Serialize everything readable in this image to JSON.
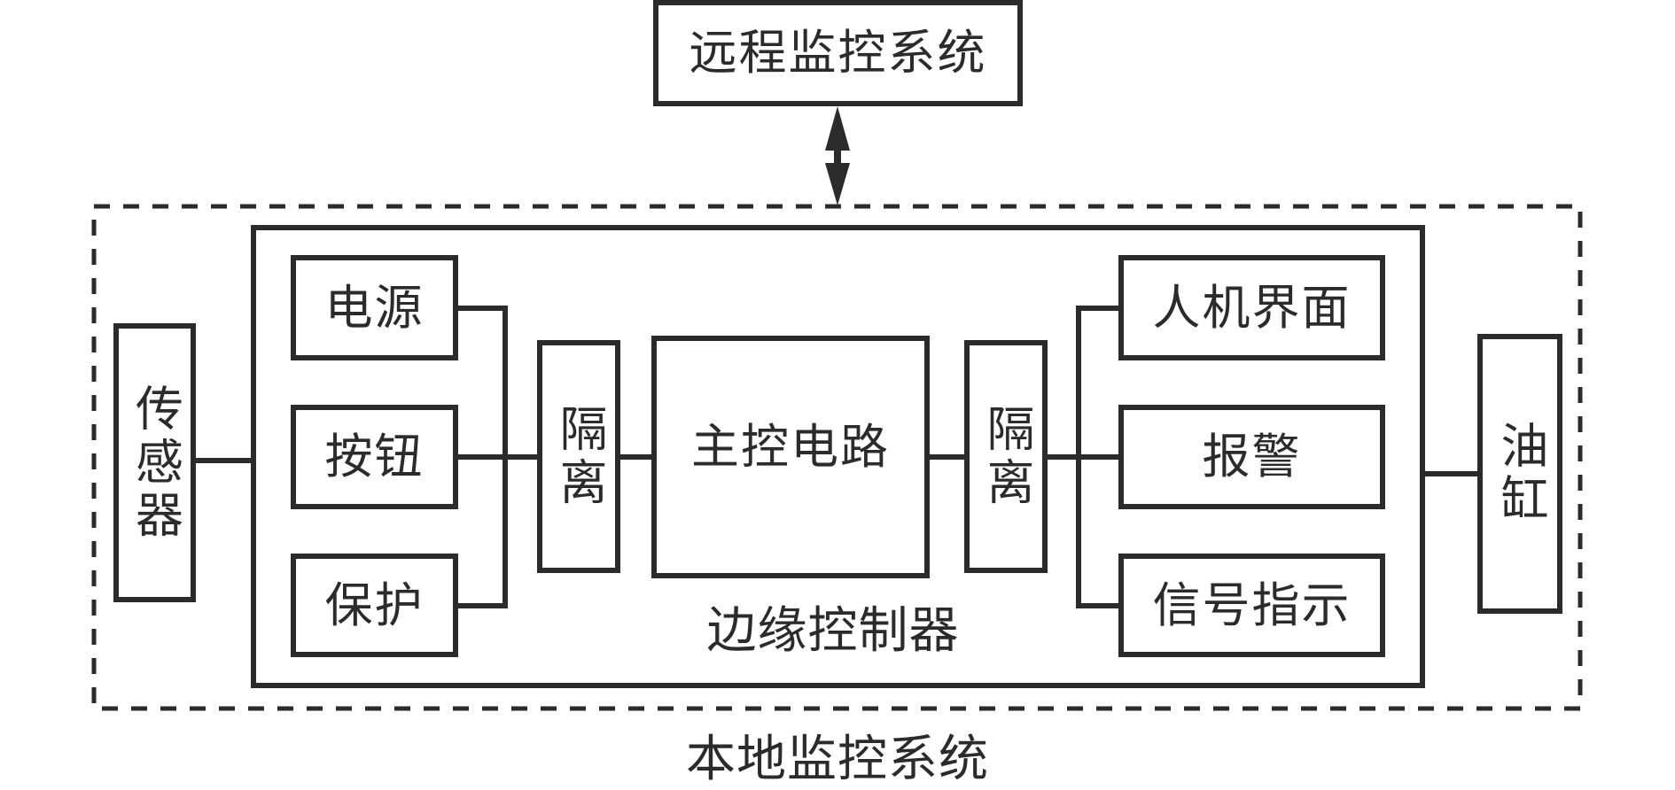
{
  "remote": {
    "title": "远程监控系统"
  },
  "local": {
    "title": "本地监控系统",
    "edge_controller": {
      "title": "边缘控制器",
      "inputs": [
        "电源",
        "按钮",
        "保护"
      ],
      "isolation_left": "隔离",
      "main": "主控电路",
      "isolation_right": "隔离",
      "outputs": [
        "人机界面",
        "报警",
        "信号指示"
      ]
    },
    "sensor": "传感器",
    "cylinder": "油缸"
  },
  "link": {
    "type": "bidirectional-arrow",
    "from": "远程监控系统",
    "to": "本地监控系统"
  },
  "style": {
    "stroke_color": "#2b2b2b",
    "background": "#ffffff"
  }
}
